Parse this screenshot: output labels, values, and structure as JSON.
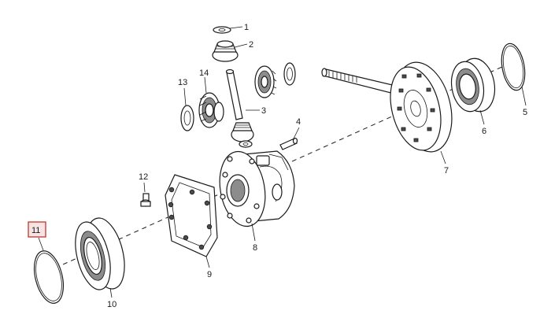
{
  "diagram": {
    "callouts": [
      {
        "id": "c1",
        "label": "1"
      },
      {
        "id": "c2",
        "label": "2"
      },
      {
        "id": "c3",
        "label": "3"
      },
      {
        "id": "c4",
        "label": "4"
      },
      {
        "id": "c5",
        "label": "5"
      },
      {
        "id": "c6",
        "label": "6"
      },
      {
        "id": "c7",
        "label": "7"
      },
      {
        "id": "c8",
        "label": "8"
      },
      {
        "id": "c9",
        "label": "9"
      },
      {
        "id": "c10",
        "label": "10"
      },
      {
        "id": "c11",
        "label": "11"
      },
      {
        "id": "c12",
        "label": "12"
      },
      {
        "id": "c13",
        "label": "13"
      },
      {
        "id": "c14",
        "label": "14"
      }
    ],
    "highlighted_callout": "11",
    "highlight_color": "#c0392b"
  }
}
